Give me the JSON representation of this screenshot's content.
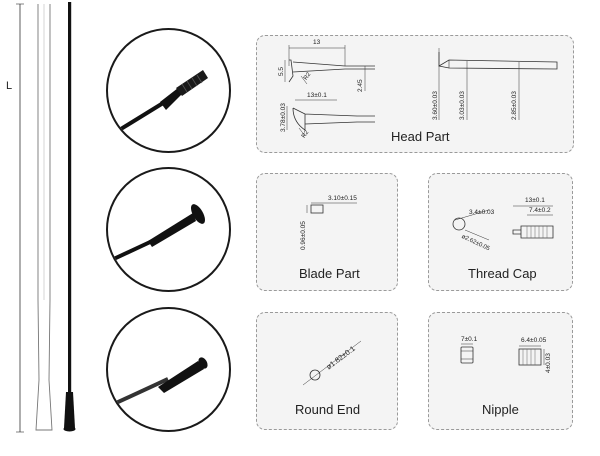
{
  "spoke": {
    "length_label": "L"
  },
  "panels": {
    "head": {
      "title": "Head Part",
      "dims": {
        "total_length": "13",
        "top_height": "5.5",
        "radius_a": "R2",
        "shank_height": "2.45",
        "lower_length": "13±0.1",
        "lower_height": "3.78±0.03",
        "radius_b": "R2",
        "d1": "3.60±0.03",
        "d2": "3.03±0.03",
        "d3": "2.85±0.03"
      }
    },
    "blade": {
      "title": "Blade Part",
      "dims": {
        "width": "3.10±0.15",
        "thickness": "0.96±0.05"
      }
    },
    "thread": {
      "title": "Thread Cap",
      "dims": {
        "cap_dia": "3.4±0.03",
        "dia2": "ø2.62±0.05",
        "length": "13±0.1",
        "thread_len": "7.4±0.2"
      }
    },
    "round": {
      "title": "Round End",
      "dims": {
        "diameter": "ø1.82±0.1"
      }
    },
    "nipple": {
      "title": "Nipple",
      "dims": {
        "width": "7±0.1",
        "length": "6.4±0.05",
        "height": "4±0.03"
      }
    }
  }
}
